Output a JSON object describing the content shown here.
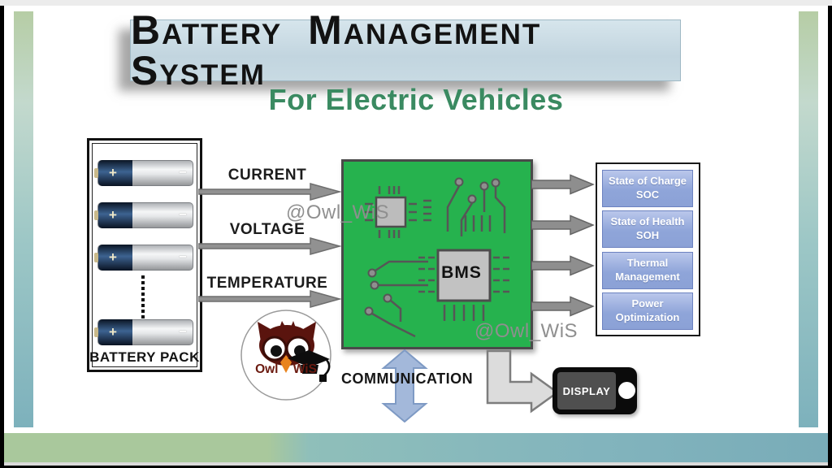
{
  "header": {
    "title": "Battery Management System",
    "subtitle": "For Electric Vehicles"
  },
  "watermarks": {
    "left": "@Owl_WiS",
    "right": "@Owl_WiS"
  },
  "battery_pack": {
    "label": "BATTERY PACK",
    "plus": "+",
    "minus": "−"
  },
  "inputs": {
    "labels": [
      "CURRENT",
      "VOLTAGE",
      "TEMPERATURE"
    ]
  },
  "bms": {
    "chip_label": "BMS"
  },
  "outputs": [
    {
      "line1": "State of Charge",
      "line2": "SOC"
    },
    {
      "line1": "State of Health",
      "line2": "SOH"
    },
    {
      "line1": "Thermal",
      "line2": "Management"
    },
    {
      "line1": "Power",
      "line2": "Optimization"
    }
  ],
  "communication": {
    "label": "COMMUNICATION"
  },
  "display": {
    "label": "DISPLAY"
  },
  "logo": {
    "text": "Owl WiS"
  },
  "colors": {
    "pcb_green": "#26b24e",
    "output_blue": "#8fa5d9",
    "subtitle_green": "#3a8a61",
    "banner_blue": "#c5d8e2",
    "communication_blue": "#a3b8da",
    "arrow_gray": "#919191",
    "owl_maroon": "#5a140e"
  }
}
